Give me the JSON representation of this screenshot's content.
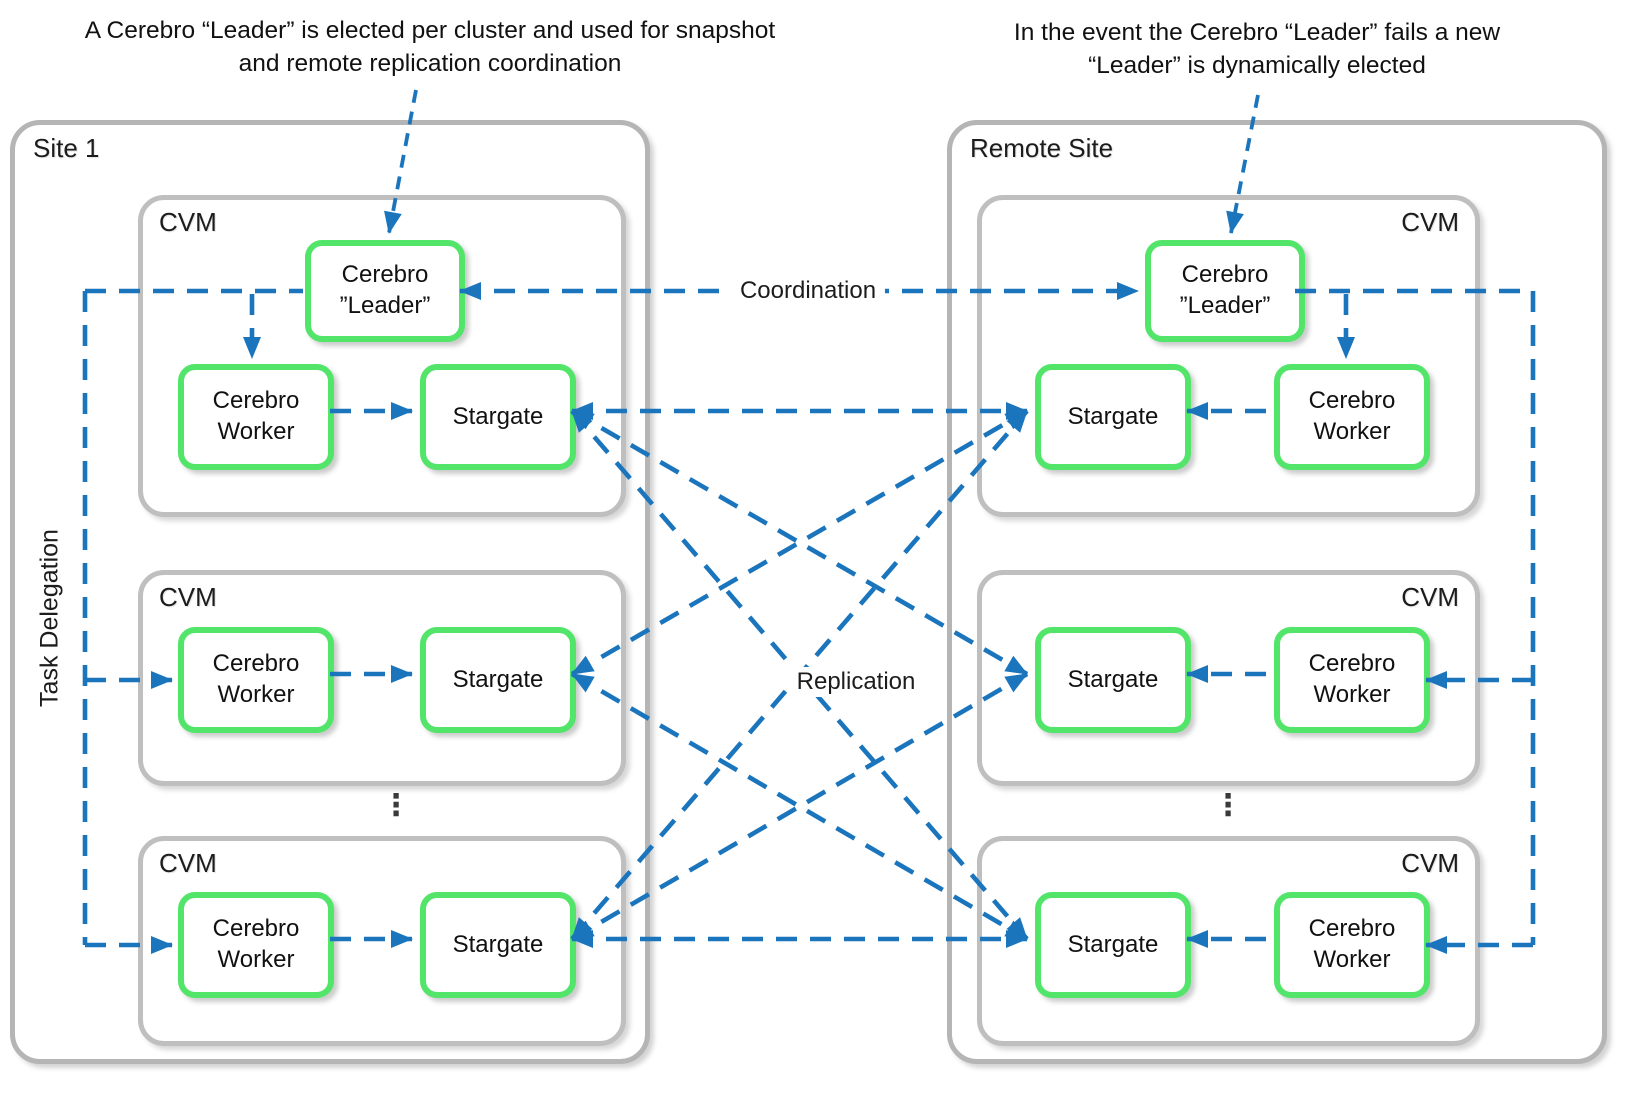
{
  "colors": {
    "arrow_blue": "#1b75bc",
    "node_green": "#52e56a",
    "container_gray": "#bfbfbf",
    "site_gray": "#b5b5b5",
    "text": "#1a1a1a"
  },
  "annotations": {
    "left": [
      "A Cerebro “Leader” is elected per cluster and used for snapshot",
      "and remote replication coordination"
    ],
    "right": [
      "In the event the Cerebro “Leader” fails a new",
      "“Leader” is dynamically elected"
    ]
  },
  "labels": {
    "site1": "Site 1",
    "remote_site": "Remote Site",
    "cvm": "CVM",
    "coordination": "Coordination",
    "replication": "Replication",
    "task_delegation": "Task Delegation",
    "ellipsis": "⋮"
  },
  "nodes": {
    "cerebro_leader": [
      "Cerebro",
      "”Leader”"
    ],
    "cerebro_worker": [
      "Cerebro",
      "Worker"
    ],
    "stargate": "Stargate"
  },
  "edges": {
    "coordination": {
      "between": [
        "site1.cerebro_leader",
        "remote_site.cerebro_leader"
      ],
      "bidirectional": true,
      "style": "dashed"
    },
    "task_delegation": {
      "from": "cerebro_leader",
      "to": "cerebro_workers_in_each_cvm",
      "style": "dashed"
    },
    "worker_to_stargate": {
      "from": "cerebro_worker",
      "to": "stargate_in_same_cvm",
      "style": "dashed"
    },
    "replication": {
      "between": [
        "site1.stargates",
        "remote_site.stargates"
      ],
      "bidirectional": true,
      "style": "dashed",
      "pairs": [
        [
          "L1",
          "R1"
        ],
        [
          "L1",
          "R2"
        ],
        [
          "L1",
          "R3"
        ],
        [
          "L2",
          "R1"
        ],
        [
          "L2",
          "R3"
        ],
        [
          "L3",
          "R1"
        ],
        [
          "L3",
          "R2"
        ],
        [
          "L3",
          "R3"
        ]
      ]
    }
  }
}
